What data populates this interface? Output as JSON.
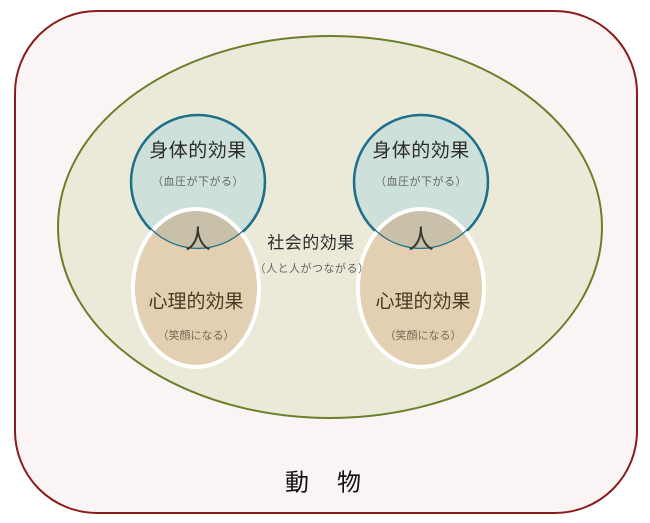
{
  "colors": {
    "outer_stroke": "#8b1a1a",
    "outer_fill": "#faf4f4",
    "ellipse_stroke": "#6b7f2a",
    "ellipse_fill": "#ebead9",
    "body_stroke": "#1e6f8a",
    "body_fill": "#cde0da",
    "mind_stroke": "#ffffff",
    "mind_fill": "#e3cfb2",
    "overlap_fill": "#c9c0aa"
  },
  "outer": {
    "label": "動物"
  },
  "social": {
    "title": "社会的効果",
    "subtitle": "（人と人がつながる）"
  },
  "groups": [
    {
      "body": {
        "title": "身体的効果",
        "subtitle": "（血圧が下がる）"
      },
      "person": "人",
      "mind": {
        "title": "心理的効果",
        "subtitle": "（笑顔になる）"
      }
    },
    {
      "body": {
        "title": "身体的効果",
        "subtitle": "（血圧が下がる）"
      },
      "person": "人",
      "mind": {
        "title": "心理的効果",
        "subtitle": "（笑顔になる）"
      }
    }
  ]
}
